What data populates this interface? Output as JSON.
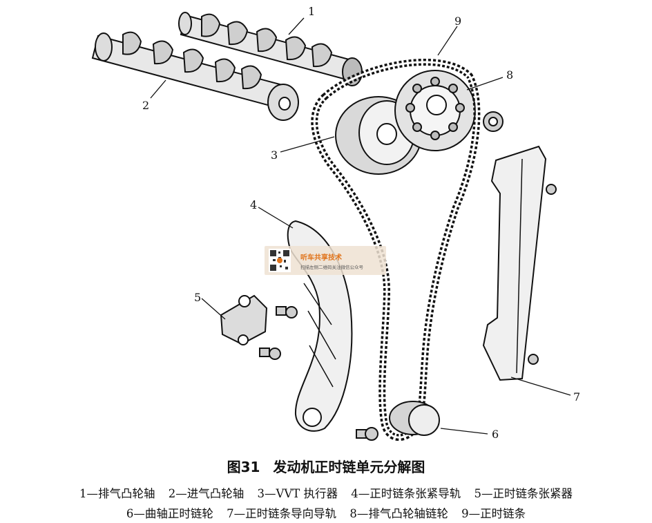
{
  "callouts": [
    {
      "id": "1",
      "text": "1"
    },
    {
      "id": "2",
      "text": "2"
    },
    {
      "id": "3",
      "text": "3"
    },
    {
      "id": "4",
      "text": "4"
    },
    {
      "id": "5",
      "text": "5"
    },
    {
      "id": "6",
      "text": "6"
    },
    {
      "id": "7",
      "text": "7"
    },
    {
      "id": "8",
      "text": "8"
    },
    {
      "id": "9",
      "text": "9"
    }
  ],
  "caption": {
    "number": "图31",
    "title": "发动机正时链单元分解图"
  },
  "legend": [
    "1—排气凸轮轴",
    "2—进气凸轮轴",
    "3—VVT 执行器",
    "4—正时链条张紧导轨",
    "5—正时链条张紧器",
    "6—曲轴正时链轮",
    "7—正时链条导向导轨",
    "8—排气凸轮轴链轮",
    "9—正时链条"
  ],
  "watermark": {
    "name": "听车共享技术",
    "subtitle": "扫描左侧二维码关注微信公众号"
  }
}
